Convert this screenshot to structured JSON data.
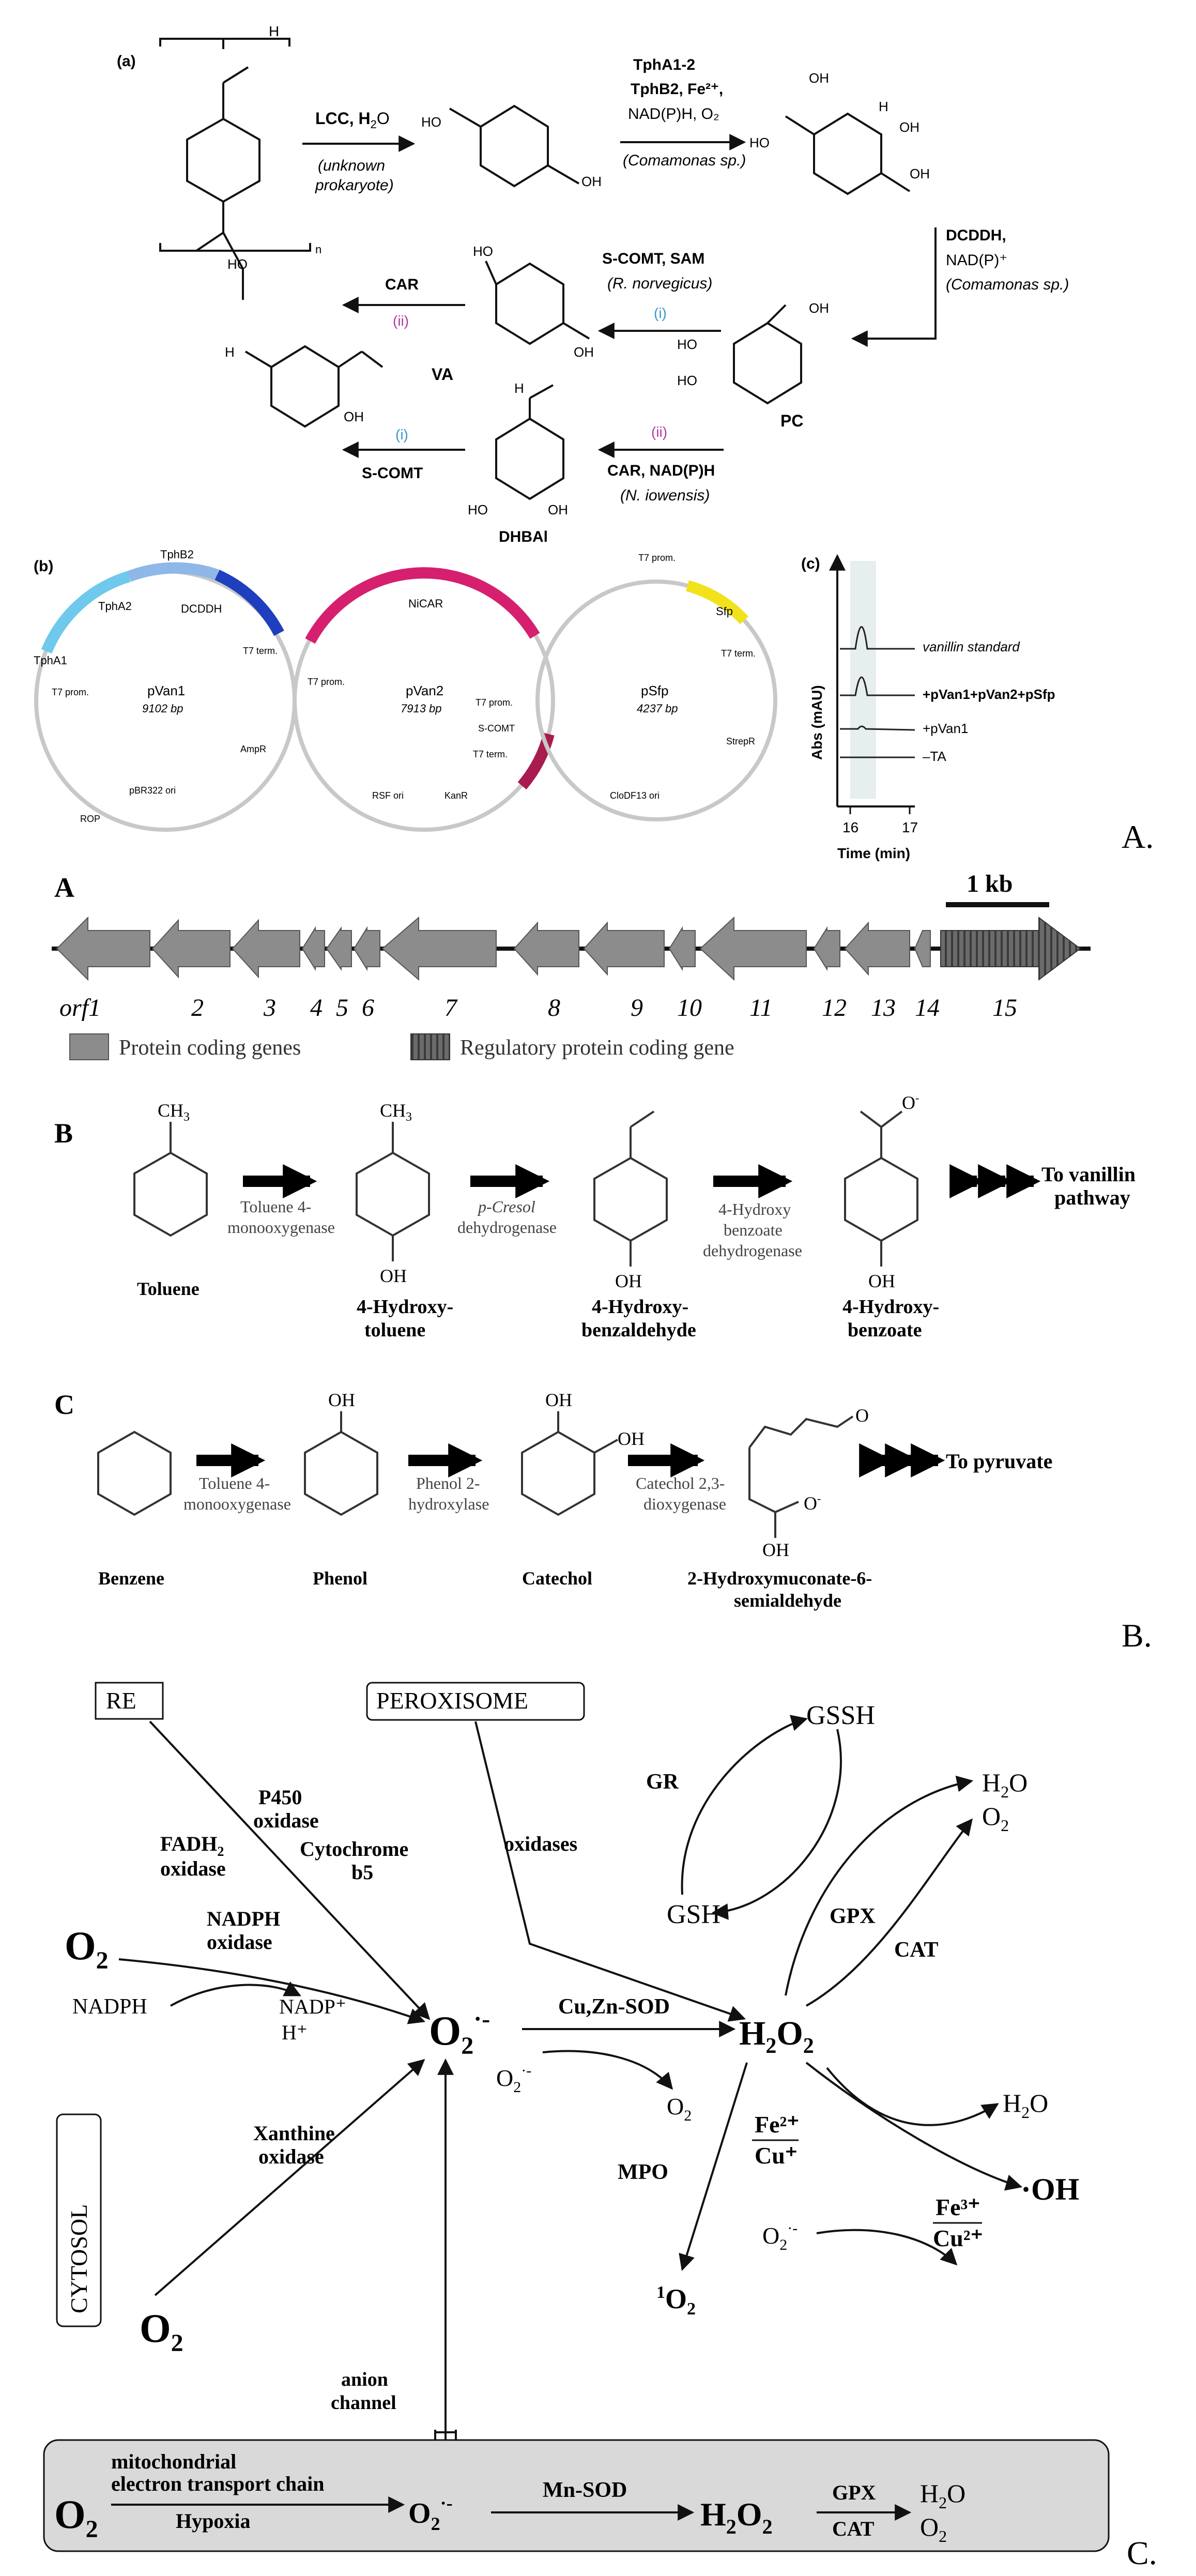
{
  "panelA": {
    "sub_a": "(a)",
    "poly_h": "H",
    "poly_ho": "HO",
    "poly_n": "n",
    "lcc_label": "LCC, H",
    "lcc_water_sub": "2",
    "lcc_water_o": "O",
    "lcc_note": "(unknown",
    "lcc_note2": "prokaryote)",
    "tpa_oh1": "HO",
    "tpa_oh2": "OH",
    "tpha_line1": "TphA1-2",
    "tpha_line2": "TphB2, Fe²⁺,",
    "tpha_line3": "NAD(P)H, O₂",
    "tpha_line4": "(Comamonas sp.)",
    "diol_oh_top": "OH",
    "diol_h": "H",
    "diol_oh": "OH",
    "diol_ho": "HO",
    "diol_cooh": "OH",
    "dcddh_line1": "DCDDH,",
    "dcddh_line2": "NAD(P)⁺",
    "dcddh_line3": "(Comamonas sp.)",
    "pc_ho1": "HO",
    "pc_ho2": "HO",
    "pc_oh": "OH",
    "pc_label": "PC",
    "scomt_line1": "S-COMT, SAM",
    "scomt_line2": "(R. norvegicus)",
    "route_i_top": "(i)",
    "va_ho": "HO",
    "va_oh": "OH",
    "va_label": "VA",
    "car_top": "CAR",
    "route_ii_top": "(ii)",
    "van_h": "H",
    "van_oh": "OH",
    "car_bottom_line1": "CAR, NAD(P)H",
    "car_bottom_line2": "(N. iowensis)",
    "route_ii_bottom": "(ii)",
    "dhbal_h": "H",
    "dhbal_ho": "HO",
    "dhbal_oh": "OH",
    "dhbal_label": "DHBAl",
    "scomt_bottom": "S-COMT",
    "route_i_bottom": "(i)",
    "sub_b": "(b)",
    "pvan1": {
      "name": "pVan1",
      "size": "9102 bp",
      "labels": [
        "TphB2",
        "TphA2",
        "DCDDH",
        "TphA1",
        "T7 term.",
        "T7 prom.",
        "AmpR",
        "pBR322 ori",
        "ROP"
      ]
    },
    "pvan2": {
      "name": "pVan2",
      "size": "7913 bp",
      "labels": [
        "NiCAR",
        "T7 prom.",
        "T7 prom.",
        "S-COMT",
        "T7 term.",
        "KanR",
        "RSF ori"
      ]
    },
    "psfp": {
      "name": "pSfp",
      "size": "4237 bp",
      "labels": [
        "T7 prom.",
        "Sfp",
        "T7 term.",
        "StrepR",
        "CloDF13 ori"
      ]
    },
    "sub_c": "(c)",
    "chrom_ylabel": "Abs (mAU)",
    "chrom_xlabel": "Time (min)",
    "chrom_ticks": [
      "16",
      "17"
    ],
    "trace_labels": [
      "vanillin standard",
      "+pVan1+pVan2+pSfp",
      "+pVan1",
      "–TA"
    ],
    "panel_letter": "A."
  },
  "panelB": {
    "label_A": "A",
    "scale_label": "1 kb",
    "genes": [
      "orf1",
      "2",
      "3",
      "4",
      "5",
      "6",
      "7",
      "8",
      "9",
      "10",
      "11",
      "12",
      "13",
      "14",
      "15"
    ],
    "legend_protein": "Protein coding genes",
    "legend_regulatory": "Regulatory protein coding gene",
    "label_B": "B",
    "ch3a": "CH",
    "ch3a_sub": "3",
    "ch3b": "CH",
    "ch3b_sub": "3",
    "oh_b1": "OH",
    "oh_b2": "OH",
    "oh_b3": "OH",
    "o_minus": "O",
    "o_minus_sup": "-",
    "enzB1a": "Toluene 4-",
    "enzB1b": "monooxygenase",
    "enzB2a": "p-Cresol",
    "enzB2b": "dehydrogenase",
    "enzB3a": "4-Hydroxy",
    "enzB3b": "benzoate",
    "enzB3c": "dehydrogenase",
    "nameB1": "Toluene",
    "nameB2a": "4-Hydroxy-",
    "nameB2b": "toluene",
    "nameB3a": "4-Hydroxy-",
    "nameB3b": "benzaldehyde",
    "nameB4a": "4-Hydroxy-",
    "nameB4b": "benzoate",
    "toVanillinA": "To vanillin",
    "toVanillinB": "pathway",
    "label_C": "C",
    "oh_c1": "OH",
    "oh_c2": "OH",
    "oh_c3": "OH",
    "oh_c4": "OH",
    "enzC1a": "Toluene 4-",
    "enzC1b": "monooxygenase",
    "enzC2a": "Phenol 2-",
    "enzC2b": "hydroxylase",
    "enzC3a": "Catechol 2,3-",
    "enzC3b": "dioxygenase",
    "oc_minus": "O",
    "oc_minus_sup": "-",
    "nameC1": "Benzene",
    "nameC2": "Phenol",
    "nameC3": "Catechol",
    "nameC4a": "2-Hydroxymuconate-6-",
    "nameC4b": "semialdehyde",
    "toPyruvate": "To pyruvate",
    "panel_letter": "B."
  },
  "panelC": {
    "re": "RE",
    "peroxisome": "PEROXISOME",
    "gssh": "GSSH",
    "gr": "GR",
    "gsh": "GSH",
    "gpx": "GPX",
    "cat": "CAT",
    "h2o_top": "H",
    "h2o_top_sub": "2",
    "h2o_top_o": "O",
    "o2_top": "O",
    "o2_top_sub": "2",
    "p450a": "P450",
    "p450b": "oxidase",
    "fadh2a": "FADH",
    "fadh2_sub": "2",
    "fadh2b": "oxidase",
    "cytb5a": "Cytochrome",
    "cytb5b": "b5",
    "oxidases": "oxidases",
    "o2_left": "O",
    "o2_left_sub": "2",
    "nadph_ox_a": "NADPH",
    "nadph_ox_b": "oxidase",
    "nadph": "NADPH",
    "nadp": "NADP⁺",
    "hplus": "H⁺",
    "superoxide": "O",
    "superoxide_sub": "2",
    "superoxide_sup": "·-",
    "cuznsod": "Cu,Zn-SOD",
    "h2o2": "H",
    "h2o2_sub1": "2",
    "h2o2_o": "O",
    "h2o2_sub2": "2",
    "o2_minus_small": "O",
    "o2_minus_small_sub": "2",
    "o2_minus_small_sup": "·-",
    "o2_product": "O",
    "o2_product_sub": "2",
    "h2o_right": "H",
    "h2o_right_sub": "2",
    "h2o_right_o": "O",
    "cytosol": "CYTOSOL",
    "xanthine_a": "Xanthine",
    "xanthine_b": "oxidase",
    "fe2": "Fe²⁺",
    "cu1": "Cu⁺",
    "mpo": "MPO",
    "o2_minus_fe": "O",
    "o2_minus_fe_sub": "2",
    "o2_minus_fe_sup": "·-",
    "fe3": "Fe³⁺",
    "cu2": "Cu²⁺",
    "oh_radical": "·OH",
    "o2_bottom": "O",
    "o2_bottom_sub": "2",
    "singlet_sup": "1",
    "singlet": "O",
    "singlet_sub": "2",
    "anion_a": "anion",
    "anion_b": "channel",
    "mito_a": "mitochondrial",
    "mito_b": "electron transport chain",
    "hypoxia": "Hypoxia",
    "o2_mito": "O",
    "o2_mito_sub": "2",
    "mito_superoxide": "O",
    "mito_superoxide_sub": "2",
    "mito_superoxide_sup": "·-",
    "mnsod": "Mn-SOD",
    "mito_h2o2": "H",
    "mito_h2o2_sub1": "2",
    "mito_h2o2_o": "O",
    "mito_h2o2_sub2": "2",
    "mito_gpx": "GPX",
    "mito_cat": "CAT",
    "mito_h2o": "H",
    "mito_h2o_sub": "2",
    "mito_h2o_o": "O",
    "mito_o2": "O",
    "mito_o2_sub": "2",
    "panel_letter": "C."
  }
}
